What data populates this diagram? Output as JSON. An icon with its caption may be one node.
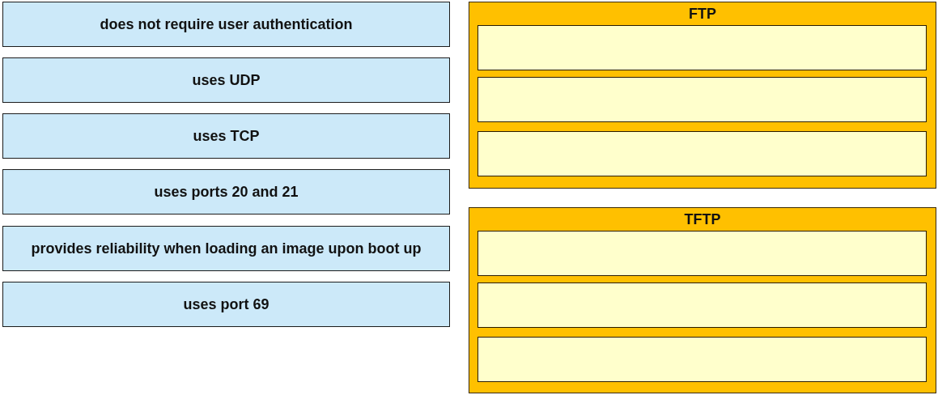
{
  "diagram": {
    "nodes": [
      {
        "text": [
          "does not require user authentication"
        ]
      },
      {
        "text": [
          "uses UDP"
        ]
      },
      {
        "text": [
          "uses TCP"
        ]
      },
      {
        "text": [
          "uses ports 20 and 21"
        ]
      },
      {
        "text": [
          "provides reliability when loading an image upon boot up"
        ]
      },
      {
        "text": [
          "uses port 69"
        ]
      },
      {
        "text": [
          "FTP"
        ]
      },
      {
        "text": [],
        "shape": "box",
        "in": 6
      },
      {
        "text": [],
        "shape": "box",
        "in": 6
      },
      {
        "text": [],
        "shape": "box",
        "in": 6
      },
      {
        "text": [
          "TFTP"
        ]
      },
      {
        "text": [],
        "shape": "box",
        "in": 10
      },
      {
        "text": [],
        "shape": "box",
        "in": 10
      },
      {
        "text": [],
        "shape": "box",
        "in": 10
      }
    ],
    "edges": []
  }
}
